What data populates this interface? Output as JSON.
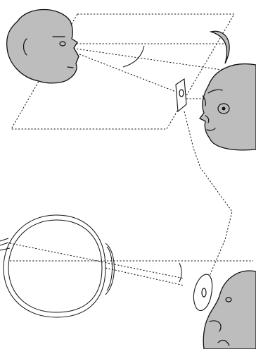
{
  "figure": {
    "colors": {
      "skin": "#bdbdbd",
      "line": "#111111",
      "background": "#ffffff"
    },
    "parts": {
      "head_left": "head-left-profile",
      "head_right": "head-right-face",
      "eye_cross_section": "eye-cross-section",
      "prism_lens": "curved-lens",
      "small_mirror_upper": "mirror-card-upper",
      "small_mirror_lower": "mirror-card-lower",
      "head_bottom": "head-bottom-right"
    }
  }
}
